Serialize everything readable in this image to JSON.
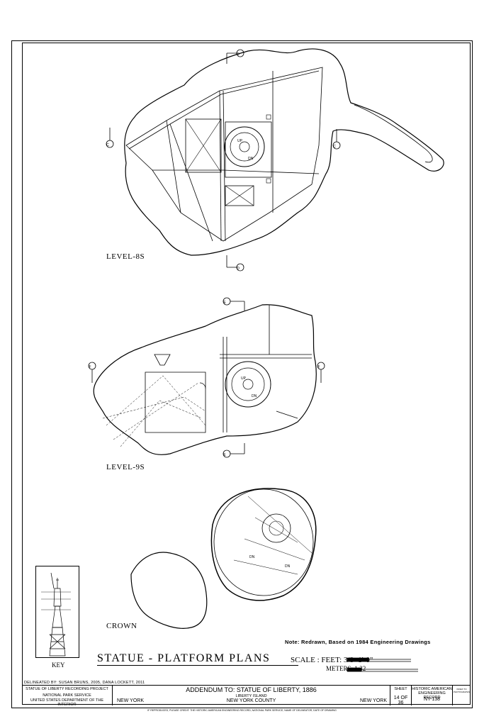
{
  "labels": {
    "level_8s": "LEVEL-8S",
    "level_9s": "LEVEL-9S",
    "crown": "CROWN",
    "key": "KEY"
  },
  "section_marks": {
    "d": "D",
    "c": "C",
    "e": "E",
    "f": "F"
  },
  "stair_labels": {
    "up": "UP",
    "dn": "DN"
  },
  "note": "Note: Redrawn, Based on 1984 Engineering Drawings",
  "title": "STATUE - PLATFORM PLANS",
  "scale": {
    "feet": "SCALE :   FEET: 3/8=1'-0\"",
    "meters": "METERS: 1:32"
  },
  "delineated_by": "DELINEATED BY: SUSAN BRUNS, 2005, DANA LOCKETT, 2011",
  "title_block": {
    "project": "STATUE OF LIBERTY RECORDING PROJECT",
    "agency1": "NATIONAL PARK SERVICE",
    "agency2": "UNITED STATES DEPARTMENT OF THE INTERIOR",
    "state_left": "NEW YORK",
    "name": "ADDENDUM TO: STATUE OF LIBERTY, 1886",
    "location": "LIBERTY ISLAND",
    "county": "NEW YORK COUNTY",
    "state_right": "NEW YORK",
    "sheet_label": "SHEET",
    "sheet_value": "14 OF 36",
    "record1": "HISTORIC AMERICAN",
    "record2": "ENGINEERING RECORD",
    "record_no": "NY-138",
    "small_box": "INDEX TO PHOTOGRAPHS"
  },
  "footer": "IF REPRODUCED, PLEASE CREDIT: THE HISTORIC AMERICAN ENGINEERING RECORD, NATIONAL PARK SERVICE, NAME OF DELINEATOR, DATE OF DRAWING"
}
